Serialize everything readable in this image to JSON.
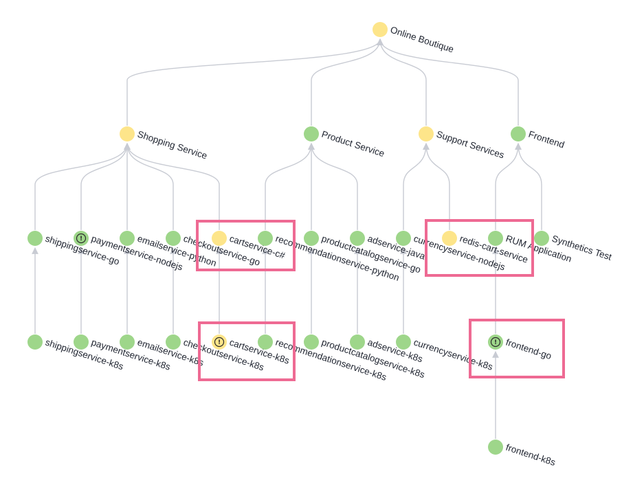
{
  "colors": {
    "healthy": "#9ed68a",
    "warning": "#fde58a",
    "edge": "#c8cbd3",
    "highlight": "#ee6a93"
  },
  "nodes": [
    {
      "id": "online-boutique",
      "label": "Online Boutique",
      "status": "warning",
      "alert": false
    },
    {
      "id": "shopping-service",
      "label": "Shopping Service",
      "status": "warning",
      "alert": false
    },
    {
      "id": "product-service",
      "label": "Product Service",
      "status": "healthy",
      "alert": false
    },
    {
      "id": "support-services",
      "label": "Support Services",
      "status": "warning",
      "alert": false
    },
    {
      "id": "frontend",
      "label": "Frontend",
      "status": "healthy",
      "alert": false
    },
    {
      "id": "shippingservice-go",
      "label": "shippingservice-go",
      "status": "healthy",
      "alert": false
    },
    {
      "id": "paymentservice-nodejs",
      "label": "paymentservice-nodejs",
      "status": "healthy",
      "alert": true
    },
    {
      "id": "emailservice-python",
      "label": "emailservice-python",
      "status": "healthy",
      "alert": false
    },
    {
      "id": "checkoutservice-go",
      "label": "checkoutservice-go",
      "status": "healthy",
      "alert": false
    },
    {
      "id": "cartservice-csharp",
      "label": "cartservice-c#",
      "status": "warning",
      "alert": false
    },
    {
      "id": "recommendationservice-python",
      "label": "recommendationservice-python",
      "status": "healthy",
      "alert": false
    },
    {
      "id": "productcatalogservice-go",
      "label": "productcatalogservice-go",
      "status": "healthy",
      "alert": false
    },
    {
      "id": "adservice-java",
      "label": "adservice-java",
      "status": "healthy",
      "alert": false
    },
    {
      "id": "currencyservice-nodejs",
      "label": "currencyservice-nodejs",
      "status": "healthy",
      "alert": false
    },
    {
      "id": "redis-cart-service",
      "label": "redis-cart-service",
      "status": "warning",
      "alert": false
    },
    {
      "id": "rum-application",
      "label": "RUM Application",
      "status": "healthy",
      "alert": false
    },
    {
      "id": "synthetics-test",
      "label": "Synthetics Test",
      "status": "healthy",
      "alert": false
    },
    {
      "id": "shippingservice-k8s",
      "label": "shippingservice-k8s",
      "status": "healthy",
      "alert": false
    },
    {
      "id": "paymentservice-k8s",
      "label": "paymentservice-k8s",
      "status": "healthy",
      "alert": false
    },
    {
      "id": "emailservice-k8s",
      "label": "emailservice-k8s",
      "status": "healthy",
      "alert": false
    },
    {
      "id": "checkoutservice-k8s",
      "label": "checkoutservice-k8s",
      "status": "healthy",
      "alert": false
    },
    {
      "id": "cartservice-k8s",
      "label": "cartservice-k8s",
      "status": "warning",
      "alert": true
    },
    {
      "id": "recommendationservice-k8s",
      "label": "recommendationservice-k8s",
      "status": "healthy",
      "alert": false
    },
    {
      "id": "productcatalogservice-k8s",
      "label": "productcatalogservice-k8s",
      "status": "healthy",
      "alert": false
    },
    {
      "id": "adservice-k8s",
      "label": "adservice-k8s",
      "status": "healthy",
      "alert": false
    },
    {
      "id": "currencyservice-k8s",
      "label": "currencyservice-k8s",
      "status": "healthy",
      "alert": false
    },
    {
      "id": "frontend-go",
      "label": "frontend-go",
      "status": "healthy",
      "alert": true
    },
    {
      "id": "frontend-k8s",
      "label": "frontend-k8s",
      "status": "healthy",
      "alert": false
    }
  ],
  "edges": [
    [
      "shopping-service",
      "online-boutique"
    ],
    [
      "product-service",
      "online-boutique"
    ],
    [
      "support-services",
      "online-boutique"
    ],
    [
      "frontend",
      "online-boutique"
    ],
    [
      "shippingservice-go",
      "shopping-service"
    ],
    [
      "paymentservice-nodejs",
      "shopping-service"
    ],
    [
      "emailservice-python",
      "shopping-service"
    ],
    [
      "checkoutservice-go",
      "shopping-service"
    ],
    [
      "cartservice-csharp",
      "shopping-service"
    ],
    [
      "recommendationservice-python",
      "product-service"
    ],
    [
      "productcatalogservice-go",
      "product-service"
    ],
    [
      "adservice-java",
      "product-service"
    ],
    [
      "currencyservice-nodejs",
      "support-services"
    ],
    [
      "redis-cart-service",
      "support-services"
    ],
    [
      "rum-application",
      "frontend"
    ],
    [
      "synthetics-test",
      "frontend"
    ],
    [
      "shippingservice-k8s",
      "shippingservice-go"
    ],
    [
      "paymentservice-k8s",
      "paymentservice-nodejs"
    ],
    [
      "emailservice-k8s",
      "emailservice-python"
    ],
    [
      "checkoutservice-k8s",
      "checkoutservice-go"
    ],
    [
      "cartservice-k8s",
      "cartservice-csharp"
    ],
    [
      "recommendationservice-k8s",
      "recommendationservice-python"
    ],
    [
      "productcatalogservice-k8s",
      "productcatalogservice-go"
    ],
    [
      "adservice-k8s",
      "adservice-java"
    ],
    [
      "currencyservice-k8s",
      "currencyservice-nodejs"
    ],
    [
      "frontend-go",
      "rum-application"
    ],
    [
      "frontend-k8s",
      "frontend-go"
    ]
  ],
  "highlights": [
    {
      "name": "highlight-cart-recommendation-top"
    },
    {
      "name": "highlight-redis-rum"
    },
    {
      "name": "highlight-cart-recommendation-k8s"
    },
    {
      "name": "highlight-frontend-go"
    }
  ]
}
